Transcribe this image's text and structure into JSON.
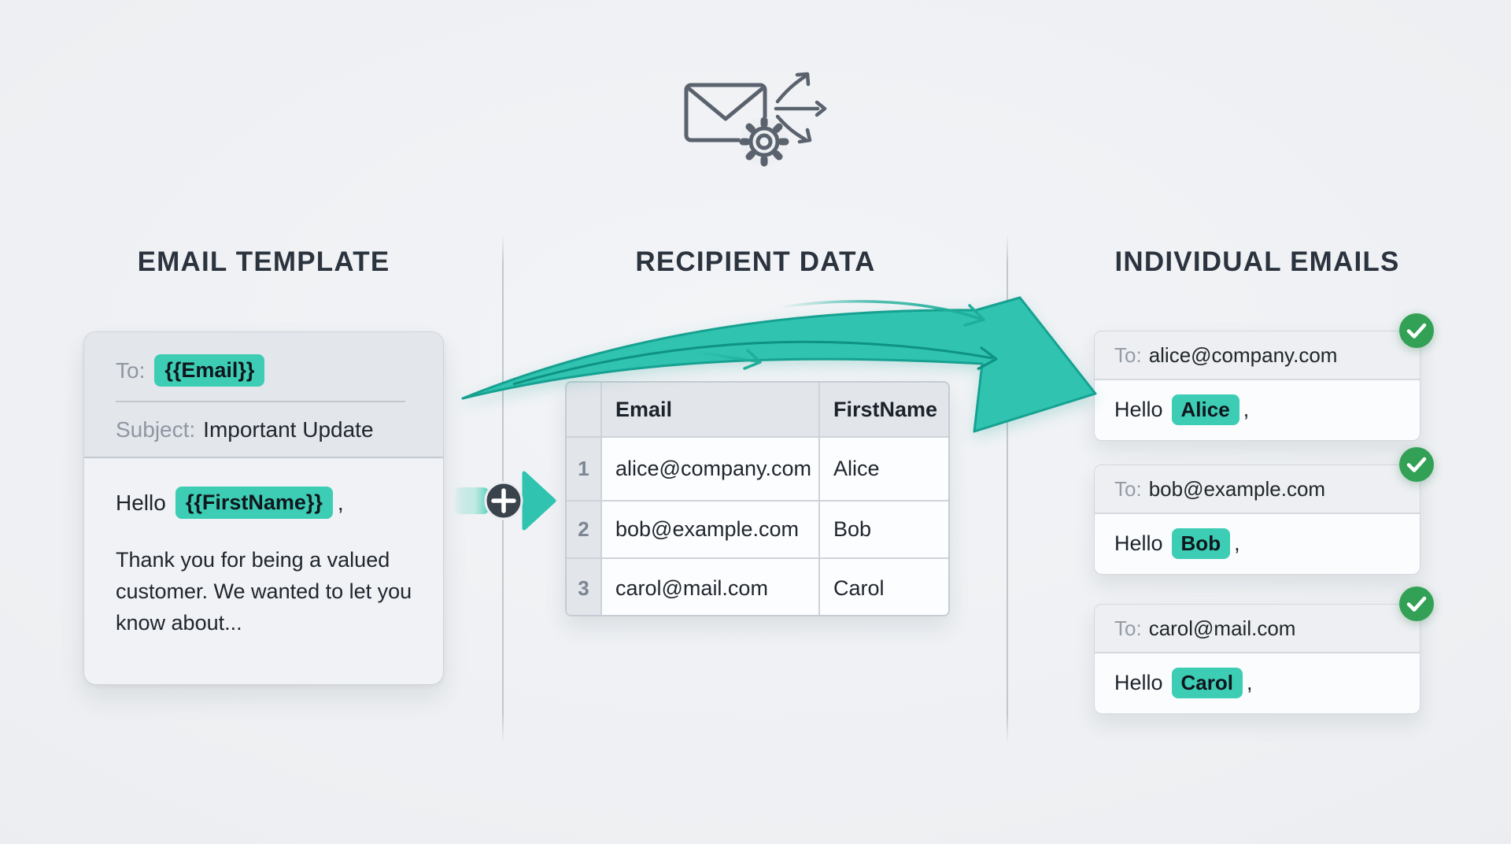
{
  "title": "Mail merge diagram",
  "colors": {
    "accent_teal": "#3ccdb4",
    "flow_teal": "#2fc3b0",
    "flow_teal_dark": "#16a191",
    "success_green": "#32a156",
    "icon_slate": "#5a626d",
    "heading": "#2b333e"
  },
  "icons": {
    "header": "envelope-send-icon with gear-icon and fan-out arrows",
    "step": "plus-icon in dark circle with arrow-right",
    "flow": "merge-flow-swoosh-arrow",
    "status": "check-icon in green circle"
  },
  "template": {
    "heading": "EMAIL TEMPLATE",
    "card": {
      "to_label": "To:",
      "to_value": "{{Email}}",
      "subject_label": "Subject:",
      "subject_value": "Important Update",
      "greeting_prefix": "Hello",
      "greeting_variable": "{{FirstName}}",
      "greeting_suffix": ",",
      "body_text": "Thank you for being a valued customer. We wanted to let you know about..."
    }
  },
  "recipients": {
    "heading": "RECIPIENT DATA",
    "table": {
      "columns": [
        "Email",
        "FirstName"
      ],
      "rows": [
        {
          "num": "1",
          "email": "alice@company.com",
          "first_name": "Alice"
        },
        {
          "num": "2",
          "email": "bob@example.com",
          "first_name": "Bob"
        },
        {
          "num": "3",
          "email": "carol@mail.com",
          "first_name": "Carol"
        }
      ]
    }
  },
  "output": {
    "heading": "INDIVIDUAL EMAILS",
    "emails": [
      {
        "to_label": "To:",
        "to_value": "alice@company.com",
        "greeting_prefix": "Hello",
        "greeting_name": "Alice",
        "greeting_suffix": ","
      },
      {
        "to_label": "To:",
        "to_value": "bob@example.com",
        "greeting_prefix": "Hello",
        "greeting_name": "Bob",
        "greeting_suffix": ","
      },
      {
        "to_label": "To:",
        "to_value": "carol@mail.com",
        "greeting_prefix": "Hello",
        "greeting_name": "Carol",
        "greeting_suffix": ","
      }
    ]
  }
}
